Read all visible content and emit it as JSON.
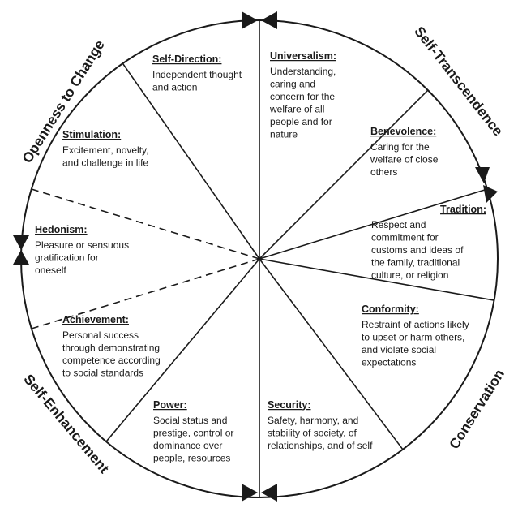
{
  "diagram": {
    "higher_order": [
      {
        "id": "openness",
        "label": "Openness to Change"
      },
      {
        "id": "transcendence",
        "label": "Self-Transcendence"
      },
      {
        "id": "conservation",
        "label": "Conservation"
      },
      {
        "id": "enhancement",
        "label": "Self-Enhancement"
      }
    ],
    "values": [
      {
        "id": "self-direction",
        "name": "Self-Direction:",
        "lines": [
          "Independent thought",
          "and action"
        ]
      },
      {
        "id": "universalism",
        "name": "Universalism:",
        "lines": [
          "Understanding,",
          "caring and",
          "concern for the",
          "welfare of all",
          "people and for",
          "nature"
        ]
      },
      {
        "id": "benevolence",
        "name": "Benevolence:",
        "lines": [
          "Caring for the",
          "welfare of close",
          "others"
        ]
      },
      {
        "id": "tradition",
        "name": "Tradition:",
        "lines": [
          "Respect and",
          "commitment for",
          "customs and ideas of",
          "the family, traditional",
          "culture, or religion"
        ]
      },
      {
        "id": "conformity",
        "name": "Conformity:",
        "lines": [
          "Restraint of actions likely",
          "to upset or harm others,",
          "and violate social",
          "expectations"
        ]
      },
      {
        "id": "security",
        "name": "Security:",
        "lines": [
          "Safety, harmony, and",
          "stability of society, of",
          "relationships, and of self"
        ]
      },
      {
        "id": "power",
        "name": "Power:",
        "lines": [
          "Social status and",
          "prestige, control or",
          "dominance over",
          "people, resources"
        ]
      },
      {
        "id": "achievement",
        "name": "Achievement:",
        "lines": [
          "Personal success",
          "through demonstrating",
          "competence according",
          "to social standards"
        ]
      },
      {
        "id": "hedonism",
        "name": "Hedonism:",
        "lines": [
          "Pleasure or sensuous",
          "gratification for",
          "oneself"
        ]
      },
      {
        "id": "stimulation",
        "name": "Stimulation:",
        "lines": [
          "Excitement, novelty,",
          "and challenge in life"
        ]
      }
    ]
  }
}
